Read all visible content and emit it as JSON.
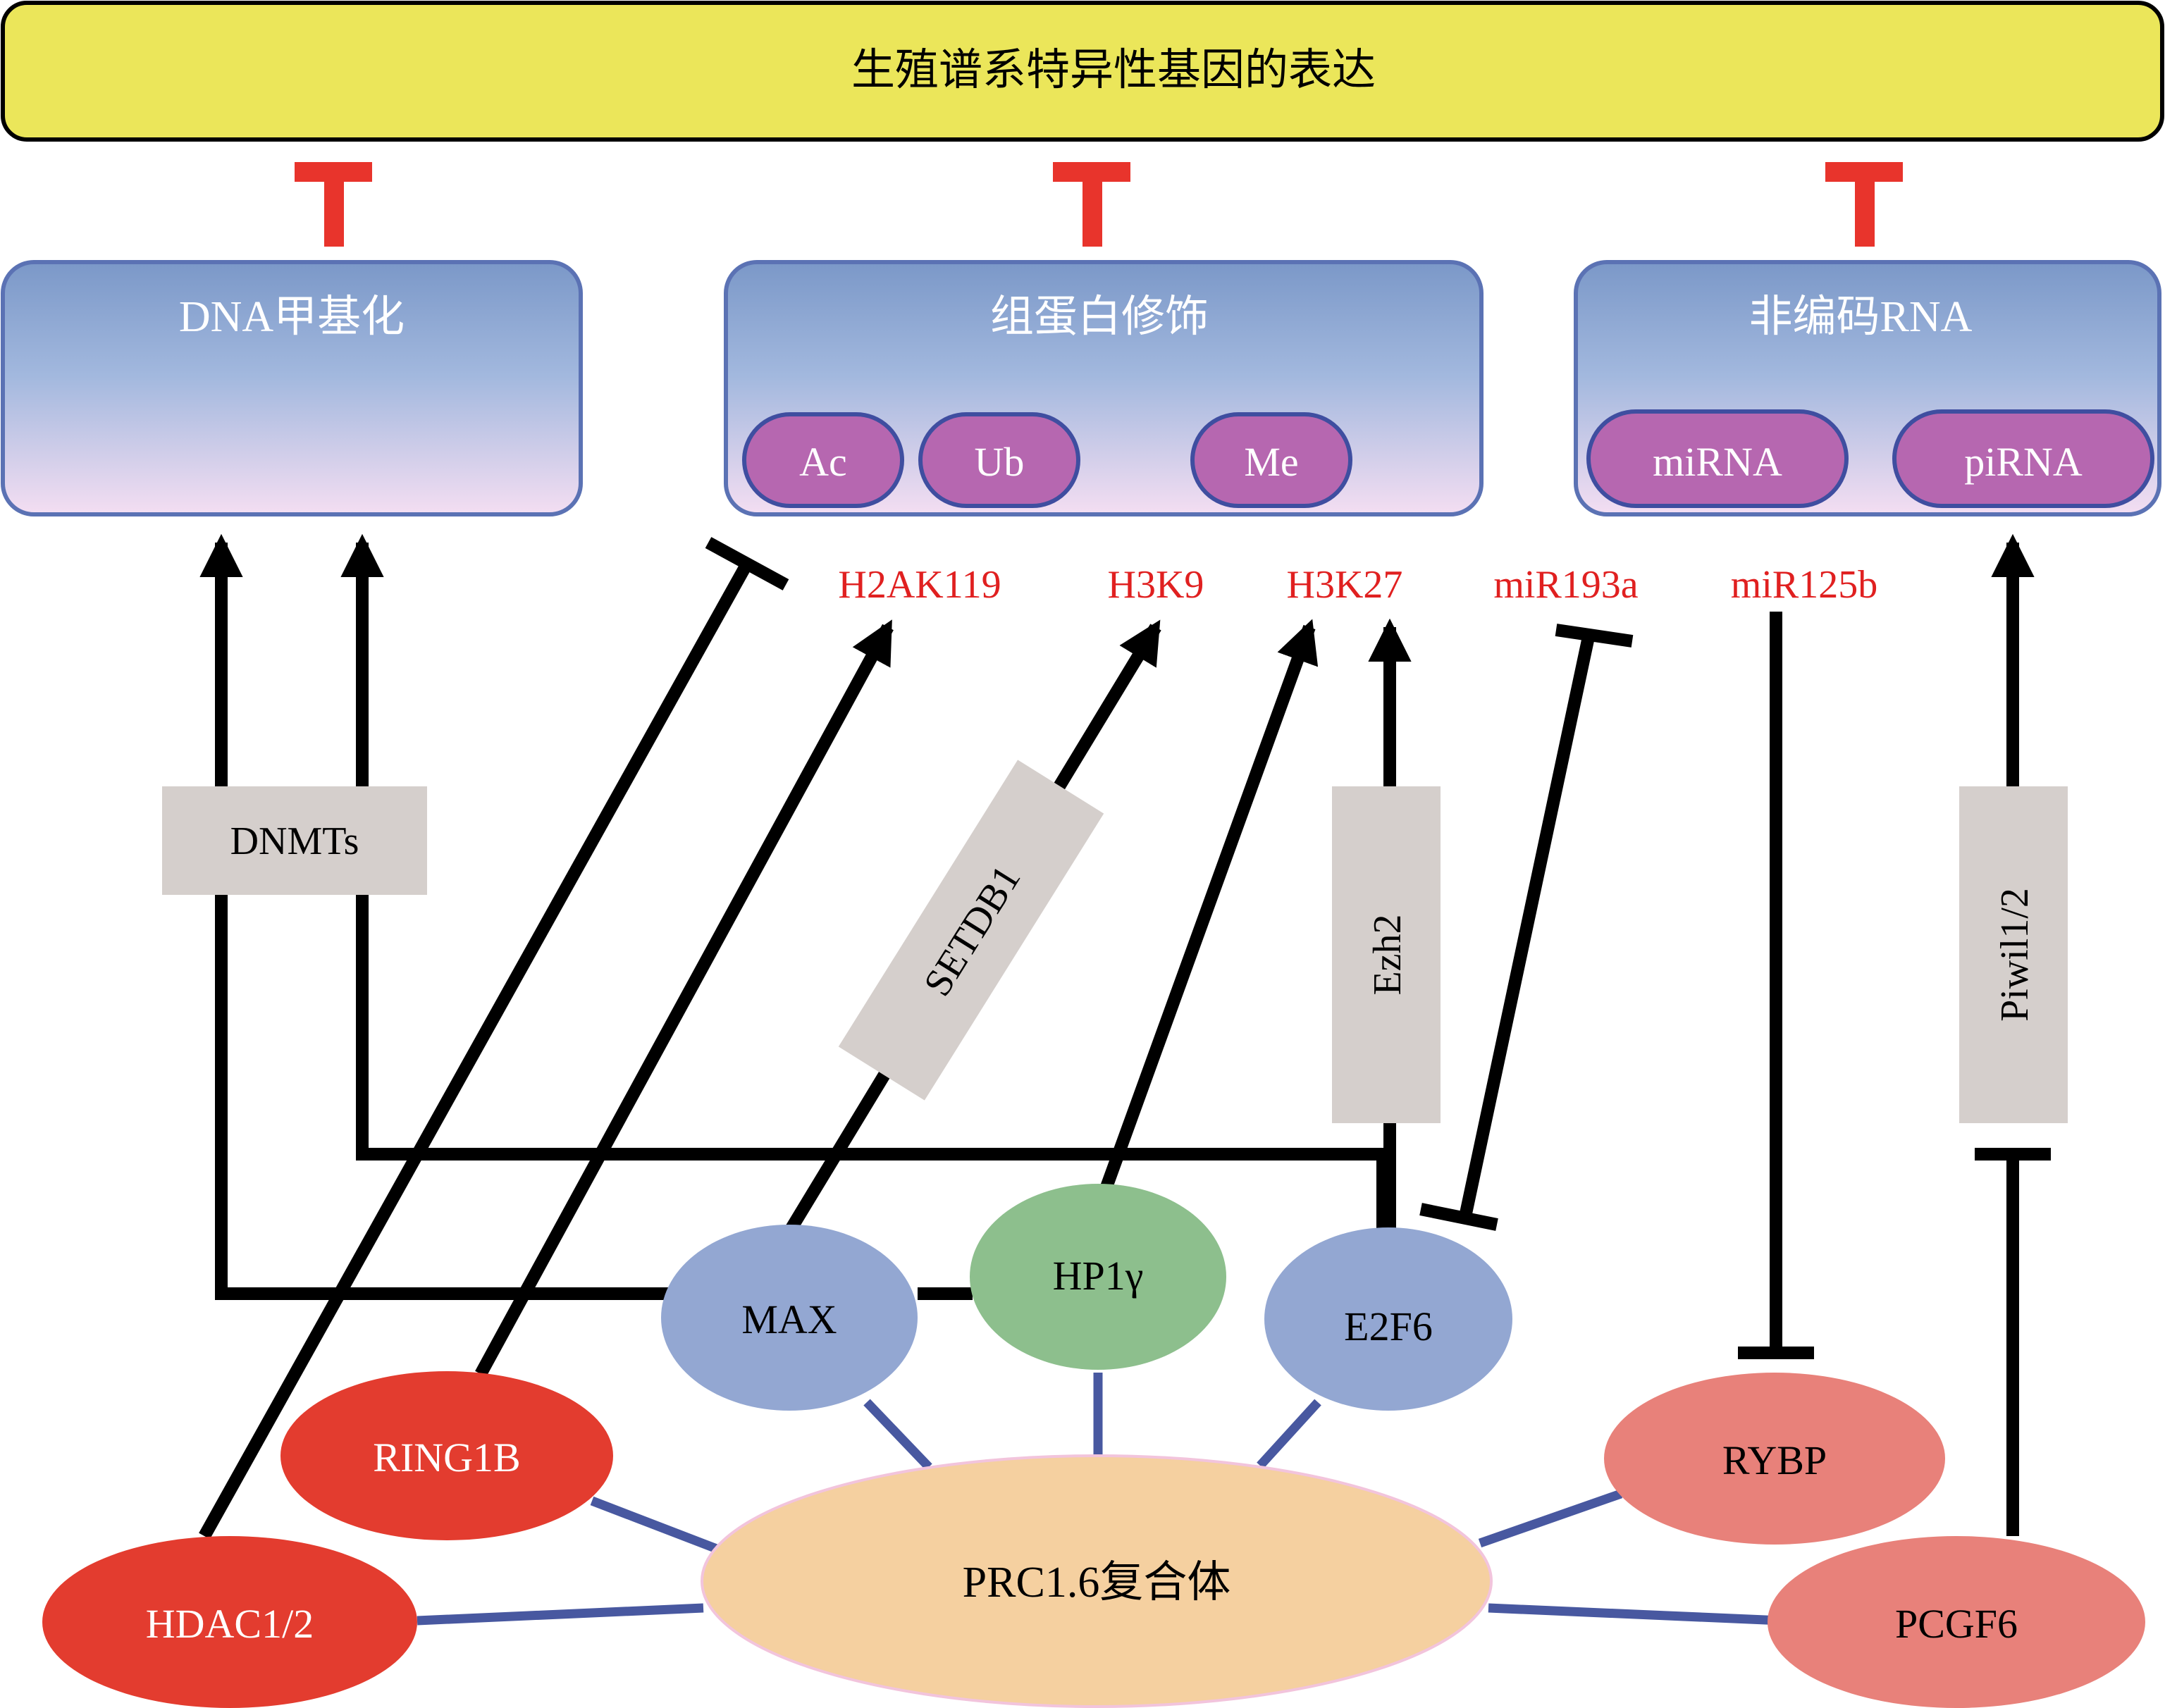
{
  "header": {
    "title": "生殖谱系特异性基因的表达"
  },
  "categories": {
    "dna_methylation": {
      "label": "DNA甲基化"
    },
    "histone_modification": {
      "label": "组蛋白修饰",
      "marks": {
        "ac": "Ac",
        "ub": "Ub",
        "me": "Me"
      }
    },
    "noncoding_rna": {
      "label": "非编码RNA",
      "types": {
        "mirna": "miRNA",
        "pirna": "piRNA"
      }
    }
  },
  "targets": {
    "h2ak119": "H2AK119",
    "h3k9": "H3K9",
    "h3k27": "H3K27",
    "mir193a": "miR193a",
    "mir125b": "miR125b"
  },
  "enzymes": {
    "dnmts": "DNMTs",
    "setdb1": "SETDB1",
    "ezh2": "Ezh2",
    "piwil": "Piwil1/2"
  },
  "complex": {
    "center": "PRC1.6复合体",
    "subunits": {
      "max": "MAX",
      "hp1g": "HP1γ",
      "e2f6": "E2F6",
      "ring1b": "RING1B",
      "hdac": "HDAC1/2",
      "rybp": "RYBP",
      "pcgf6": "PCGF6"
    }
  },
  "colors": {
    "header_fill": "#ebe65a",
    "inhibit_red": "#e8342c",
    "box_top": "#7b98c8",
    "box_bottom": "#f2dcf0",
    "box_border": "#5b72b4",
    "pill_fill": "#b667b0",
    "pill_border": "#3f4ea0",
    "target_text": "#e02020",
    "enzyme_fill": "#d5cfcc",
    "blue_node": "#93a7d2",
    "green_node": "#8dbf8d",
    "red_node": "#e33c2f",
    "salmon_node": "#e8817a",
    "complex_fill": "#f5d0a0",
    "connector": "#4858a0"
  }
}
